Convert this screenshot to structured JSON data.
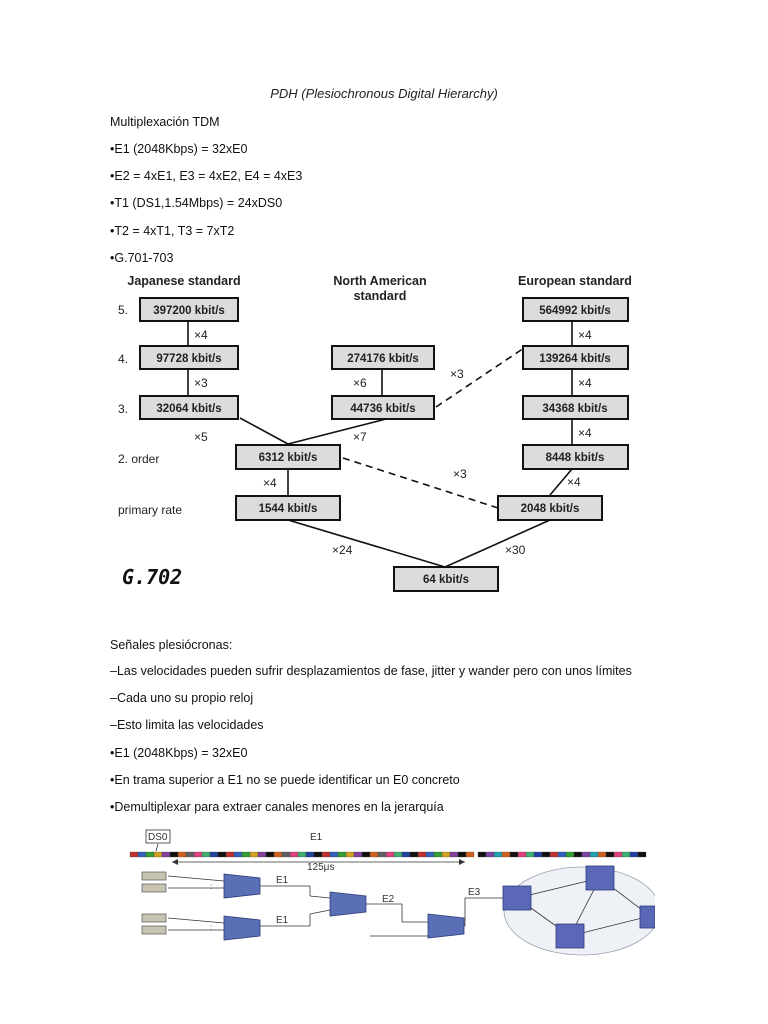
{
  "document": {
    "title": "PDH (Plesiochronous Digital Hierarchy)",
    "intro_lines": [
      "Multiplexación TDM",
      "•E1 (2048Kbps) = 32xE0",
      "•E2 = 4xE1, E3 = 4xE2, E4 = 4xE3",
      "•T1 (DS1,1.54Mbps) = 24xDS0",
      "•T2 = 4xT1, T3 = 7xT2",
      "•G.701-703"
    ],
    "body_lines": [
      "Señales plesiócronas:",
      "–Las velocidades pueden sufrir desplazamientos de fase, jitter y wander pero con unos límites",
      "–Cada uno su propio reloj",
      "–Esto limita las velocidades",
      "•E1 (2048Kbps) = 32xE0",
      "•En trama superior a E1 no se puede identificar un E0 concreto",
      "•Demultiplexar para extraer canales menores en la jerarquía"
    ]
  },
  "hierarchy": {
    "headers": {
      "japanese": "Japanese standard",
      "north_american_1": "North American",
      "north_american_2": "standard",
      "european": "European standard"
    },
    "levels": {
      "l5": "5.",
      "l4": "4.",
      "l3": "3.",
      "l2": "2. order",
      "l1": "primary rate"
    },
    "boxes": {
      "jp5": "397200 kbit/s",
      "jp4": "97728 kbit/s",
      "jp3": "32064 kbit/s",
      "na4": "274176 kbit/s",
      "na3": "44736 kbit/s",
      "shared2": "6312 kbit/s",
      "shared1": "1544 kbit/s",
      "eu5": "564992 kbit/s",
      "eu4": "139264 kbit/s",
      "eu3": "34368 kbit/s",
      "eu2": "8448 kbit/s",
      "eu1": "2048 kbit/s",
      "base": "64 kbit/s"
    },
    "multipliers": {
      "jp54": "×4",
      "jp43": "×3",
      "jp3to2": "×5",
      "na43": "×6",
      "na3to2": "×7",
      "sh21": "×4",
      "cross_na_eu": "×3",
      "cross_2_eu": "×3",
      "eu54": "×4",
      "eu43": "×4",
      "eu32": "×4",
      "eu21": "×4",
      "to_base_left": "×24",
      "to_base_right": "×30"
    },
    "badge": "G.702"
  },
  "frame_figure": {
    "ds0_label": "DS0",
    "e1_label": "E1",
    "period_label": "125μs",
    "mux_labels": [
      "E1",
      "E1",
      "E2",
      "E3"
    ],
    "colors": {
      "bar": [
        "#c03030",
        "#3060c0",
        "#30a030",
        "#d0a020",
        "#8040a0",
        "#20a0b0",
        "#d06020",
        "#606060",
        "#e04080",
        "#40b070",
        "#2040a0",
        "#b0b020"
      ],
      "device": "#5a6fb5",
      "cloud_fill": "#eef1f6",
      "node": "#5b68b8"
    }
  }
}
